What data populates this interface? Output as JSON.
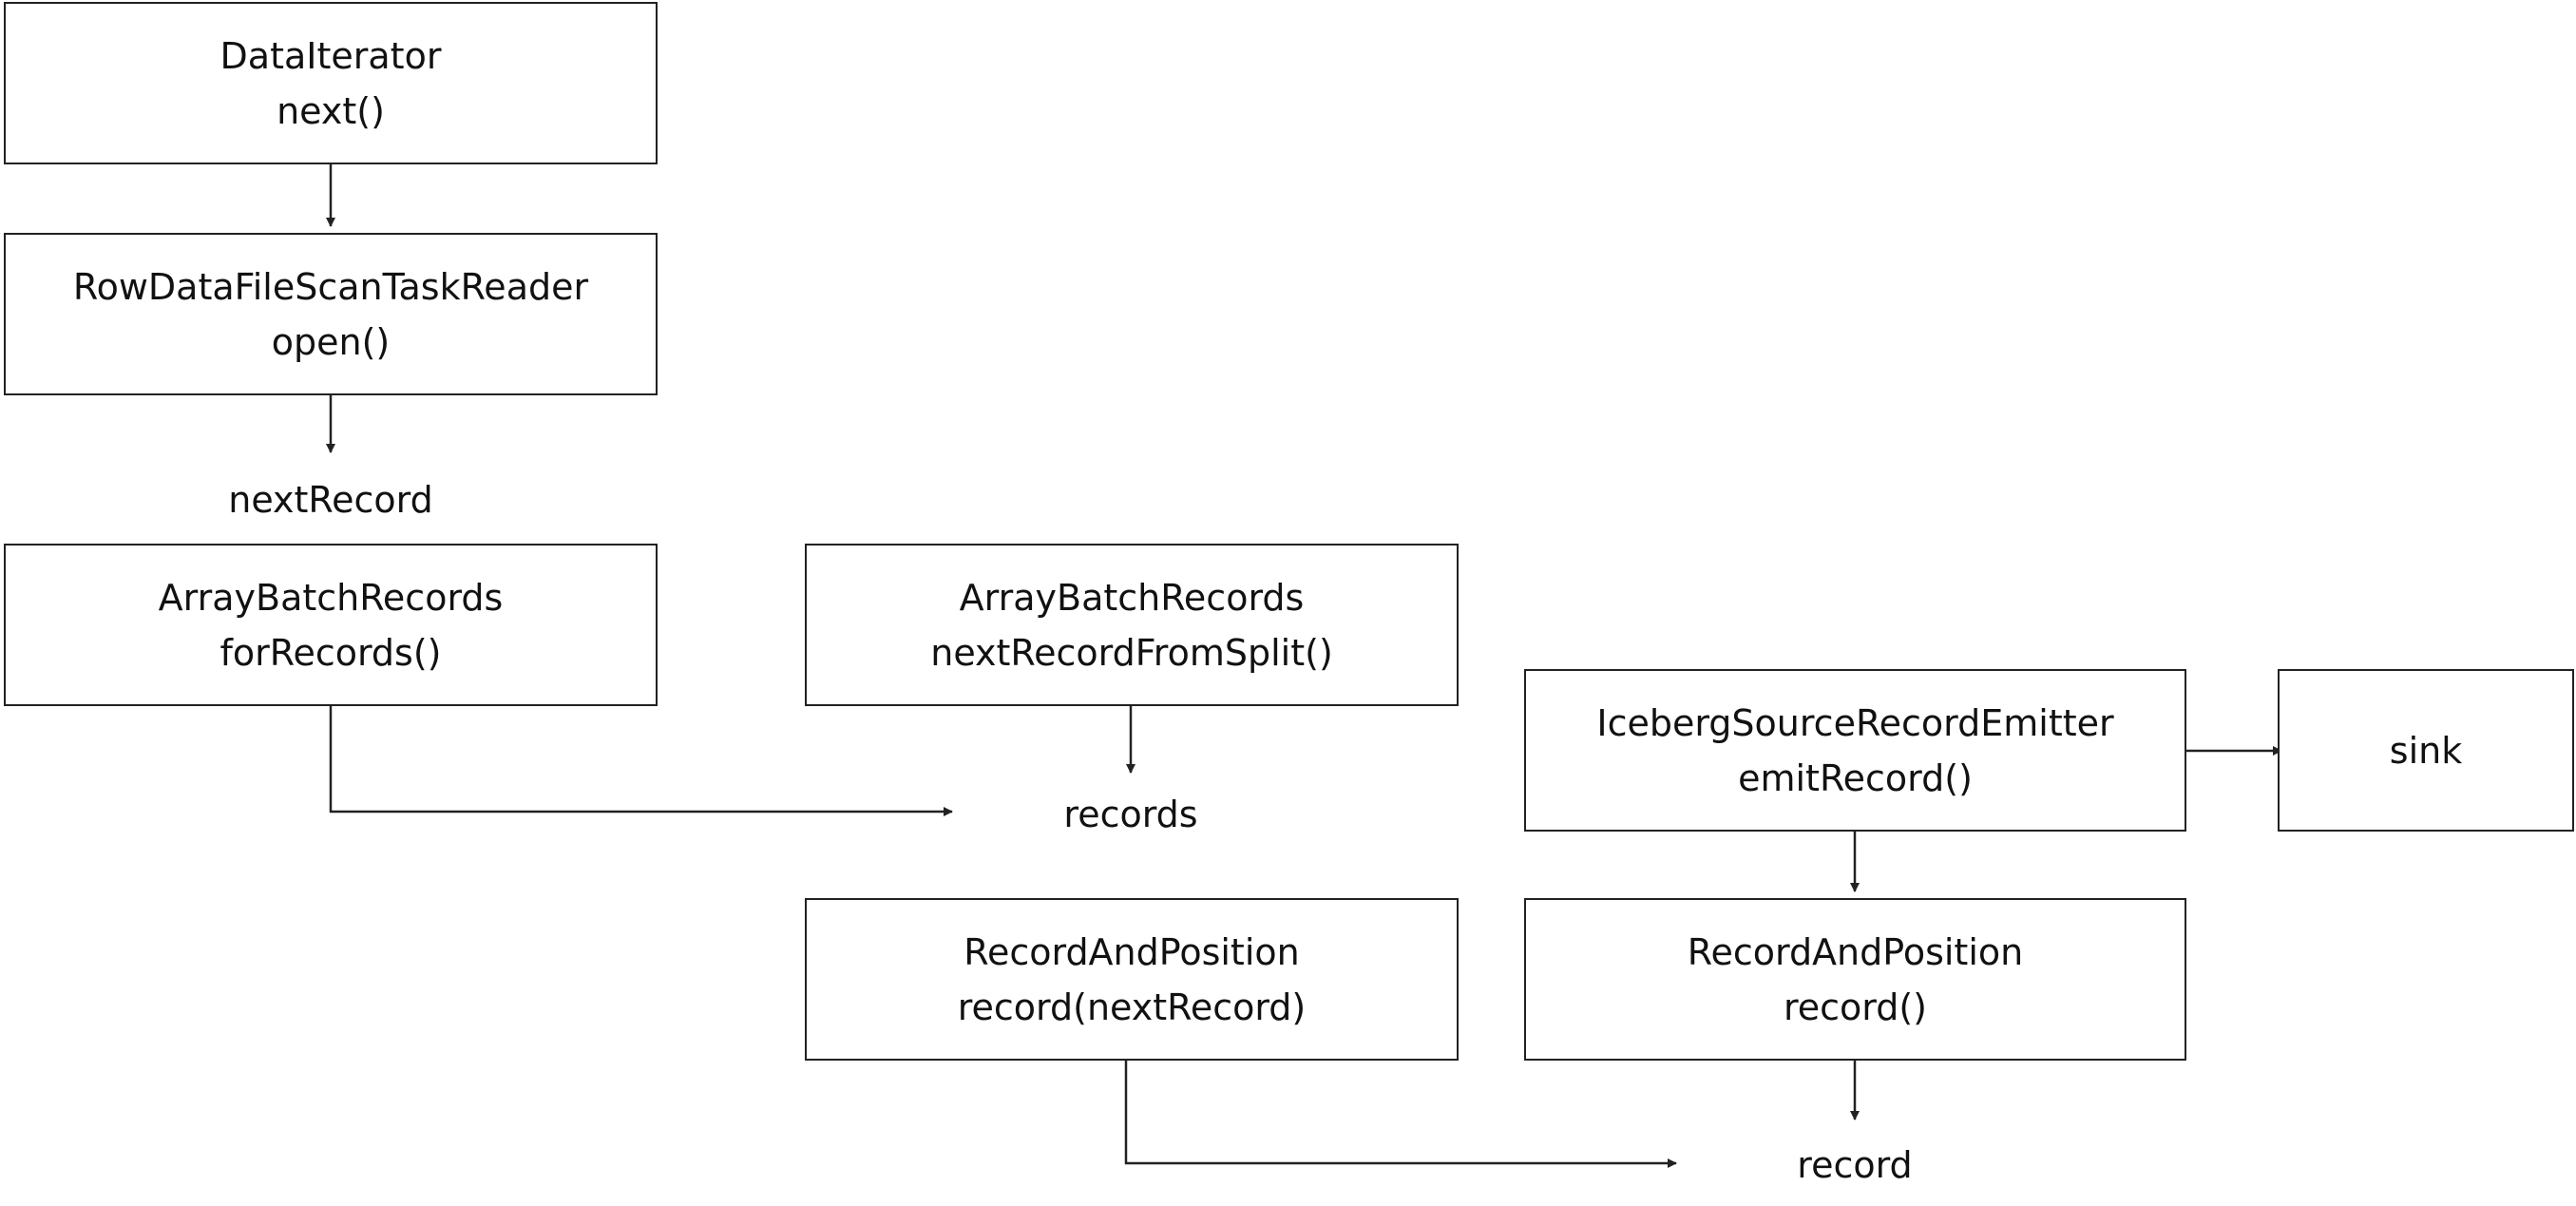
{
  "nodes": {
    "data_iterator": {
      "class_name": "DataIterator",
      "method": "next()"
    },
    "row_data_reader": {
      "class_name": "RowDataFileScanTaskReader",
      "method": "open()"
    },
    "array_batch_records_left": {
      "class_name": "ArrayBatchRecords",
      "method": "forRecords()"
    },
    "array_batch_records_mid": {
      "class_name": "ArrayBatchRecords",
      "method": "nextRecordFromSplit()"
    },
    "iceberg_emitter": {
      "class_name": "IcebergSourceRecordEmitter",
      "method": "emitRecord()"
    },
    "sink": {
      "label": "sink"
    },
    "record_and_position_mid": {
      "class_name": "RecordAndPosition",
      "method": "record(nextRecord)"
    },
    "record_and_position_right": {
      "class_name": "RecordAndPosition",
      "method": "record()"
    }
  },
  "labels": {
    "next_record": "nextRecord",
    "records": "records",
    "record": "record"
  },
  "colors": {
    "stroke": "#222222",
    "text": "#111111",
    "background": "#ffffff"
  }
}
